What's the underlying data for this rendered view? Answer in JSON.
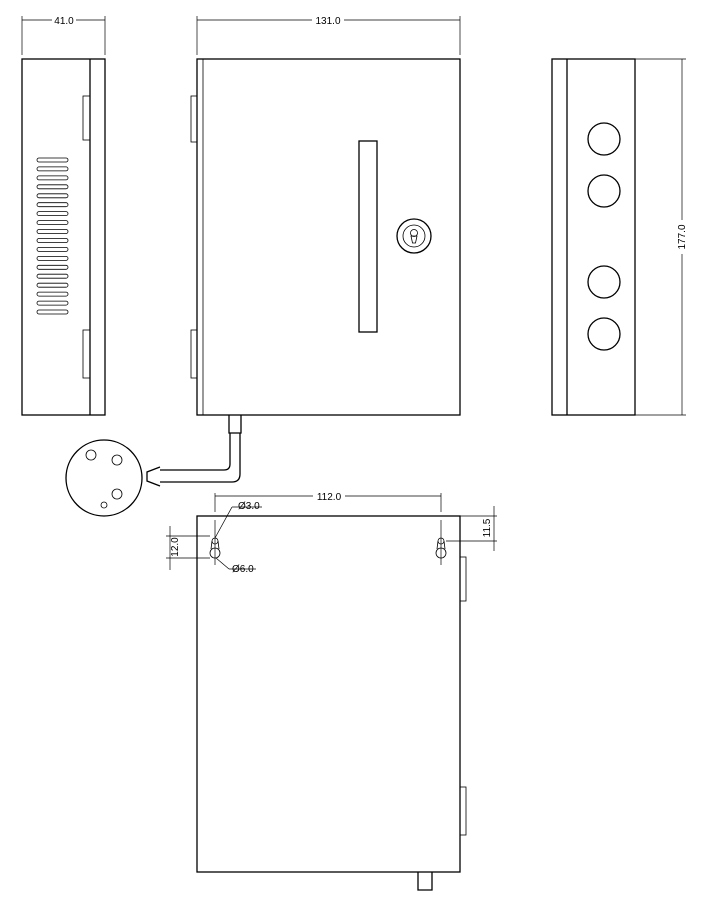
{
  "dimensions": {
    "side_width": "41.0",
    "front_width": "131.0",
    "height": "177.0",
    "hole_spacing": "112.0",
    "hole_small_dia": "Ø3.0",
    "hole_large_dia": "Ø6.0",
    "keyhole_length": "12.0",
    "top_offset": "11.5"
  }
}
